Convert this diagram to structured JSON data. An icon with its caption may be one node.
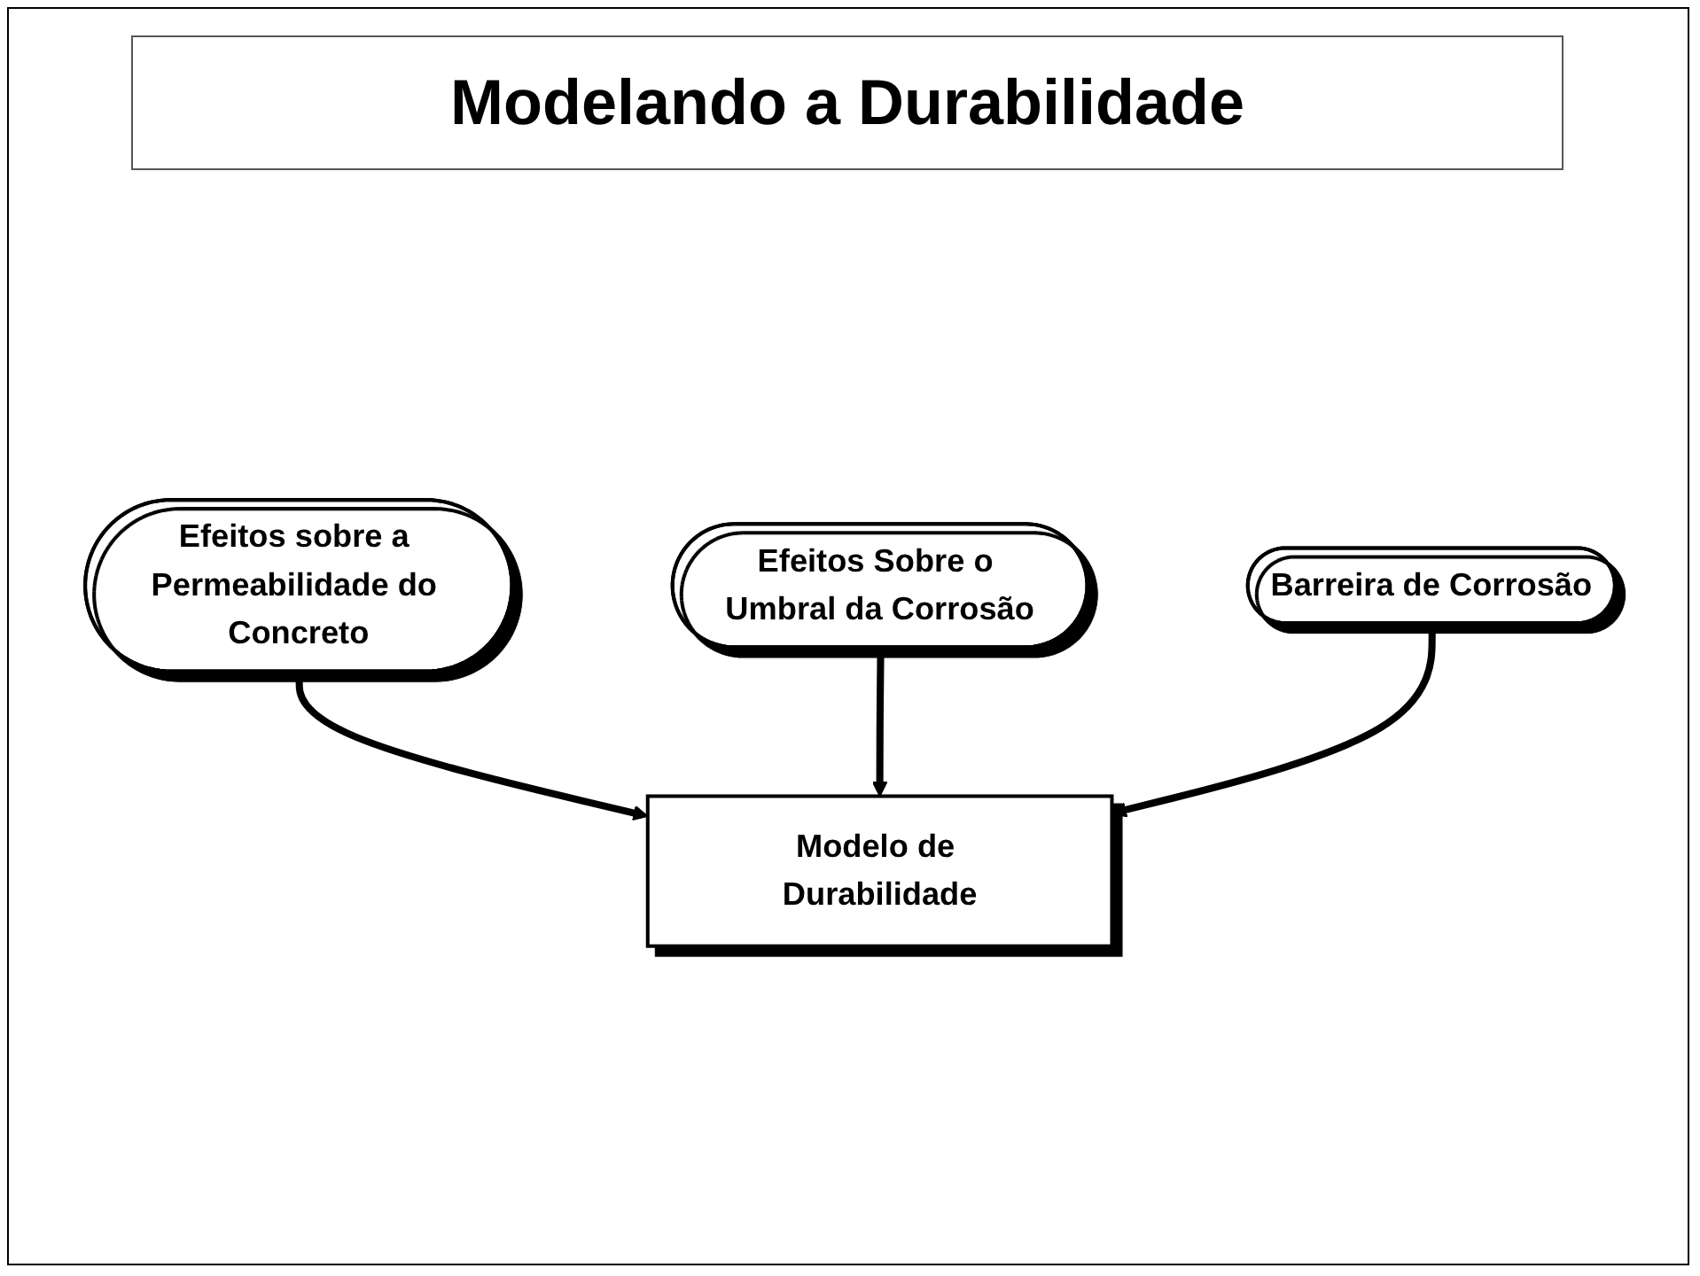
{
  "diagram": {
    "title": "Modelando a Durabilidade",
    "nodes": [
      {
        "text": [
          "Efeitos sobre a Permeabilidade do Concreto"
        ]
      },
      {
        "text": [
          "Modelo de Durabilidade"
        ]
      },
      {
        "text": [
          "Efeitos Sobre o Umbral da Corrosão"
        ]
      },
      {
        "text": [
          "Barreira de Corrosão"
        ]
      }
    ],
    "edges": [
      {
        "from": 0,
        "to": 1,
        "arrow": "to"
      },
      {
        "from": 2,
        "to": 1,
        "arrow": "to"
      },
      {
        "from": 3,
        "to": 1,
        "arrow": "to"
      }
    ]
  }
}
